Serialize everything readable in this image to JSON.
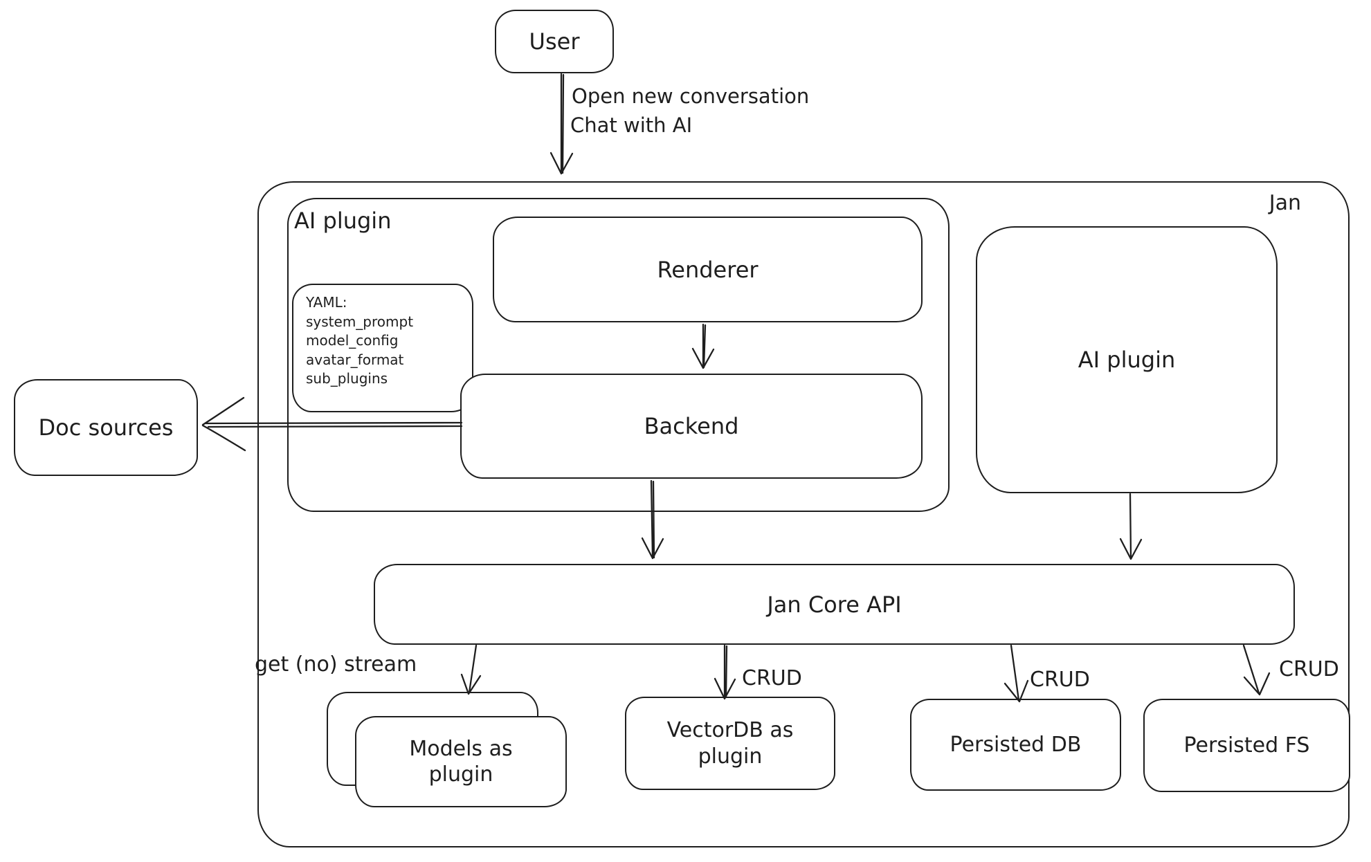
{
  "diagram": {
    "container_title": "Jan",
    "nodes": {
      "user": "User",
      "ai_plugin_group": "AI plugin",
      "renderer": "Renderer",
      "backend": "Backend",
      "doc_sources": "Doc sources",
      "ai_plugin_right": "AI plugin",
      "jan_core_api": "Jan Core API",
      "models_line1": "Models as",
      "models_line2": "plugin",
      "vectordb_line1": "VectorDB as",
      "vectordb_line2": "plugin",
      "persisted_db": "Persisted DB",
      "persisted_fs": "Persisted FS"
    },
    "yaml_note": {
      "line1": "YAML:",
      "line2": "system_prompt",
      "line3": "model_config",
      "line4": "avatar_format",
      "line5": "sub_plugins"
    },
    "edge_labels": {
      "open_conversation": "Open new conversation",
      "chat_with_ai": "Chat with AI",
      "get_no_stream": "get (no) stream",
      "crud_vectordb": "CRUD",
      "crud_persisted_db": "CRUD",
      "crud_persisted_fs": "CRUD"
    },
    "colors": {
      "stroke": "#1e1e1e",
      "background": "#ffffff"
    }
  }
}
